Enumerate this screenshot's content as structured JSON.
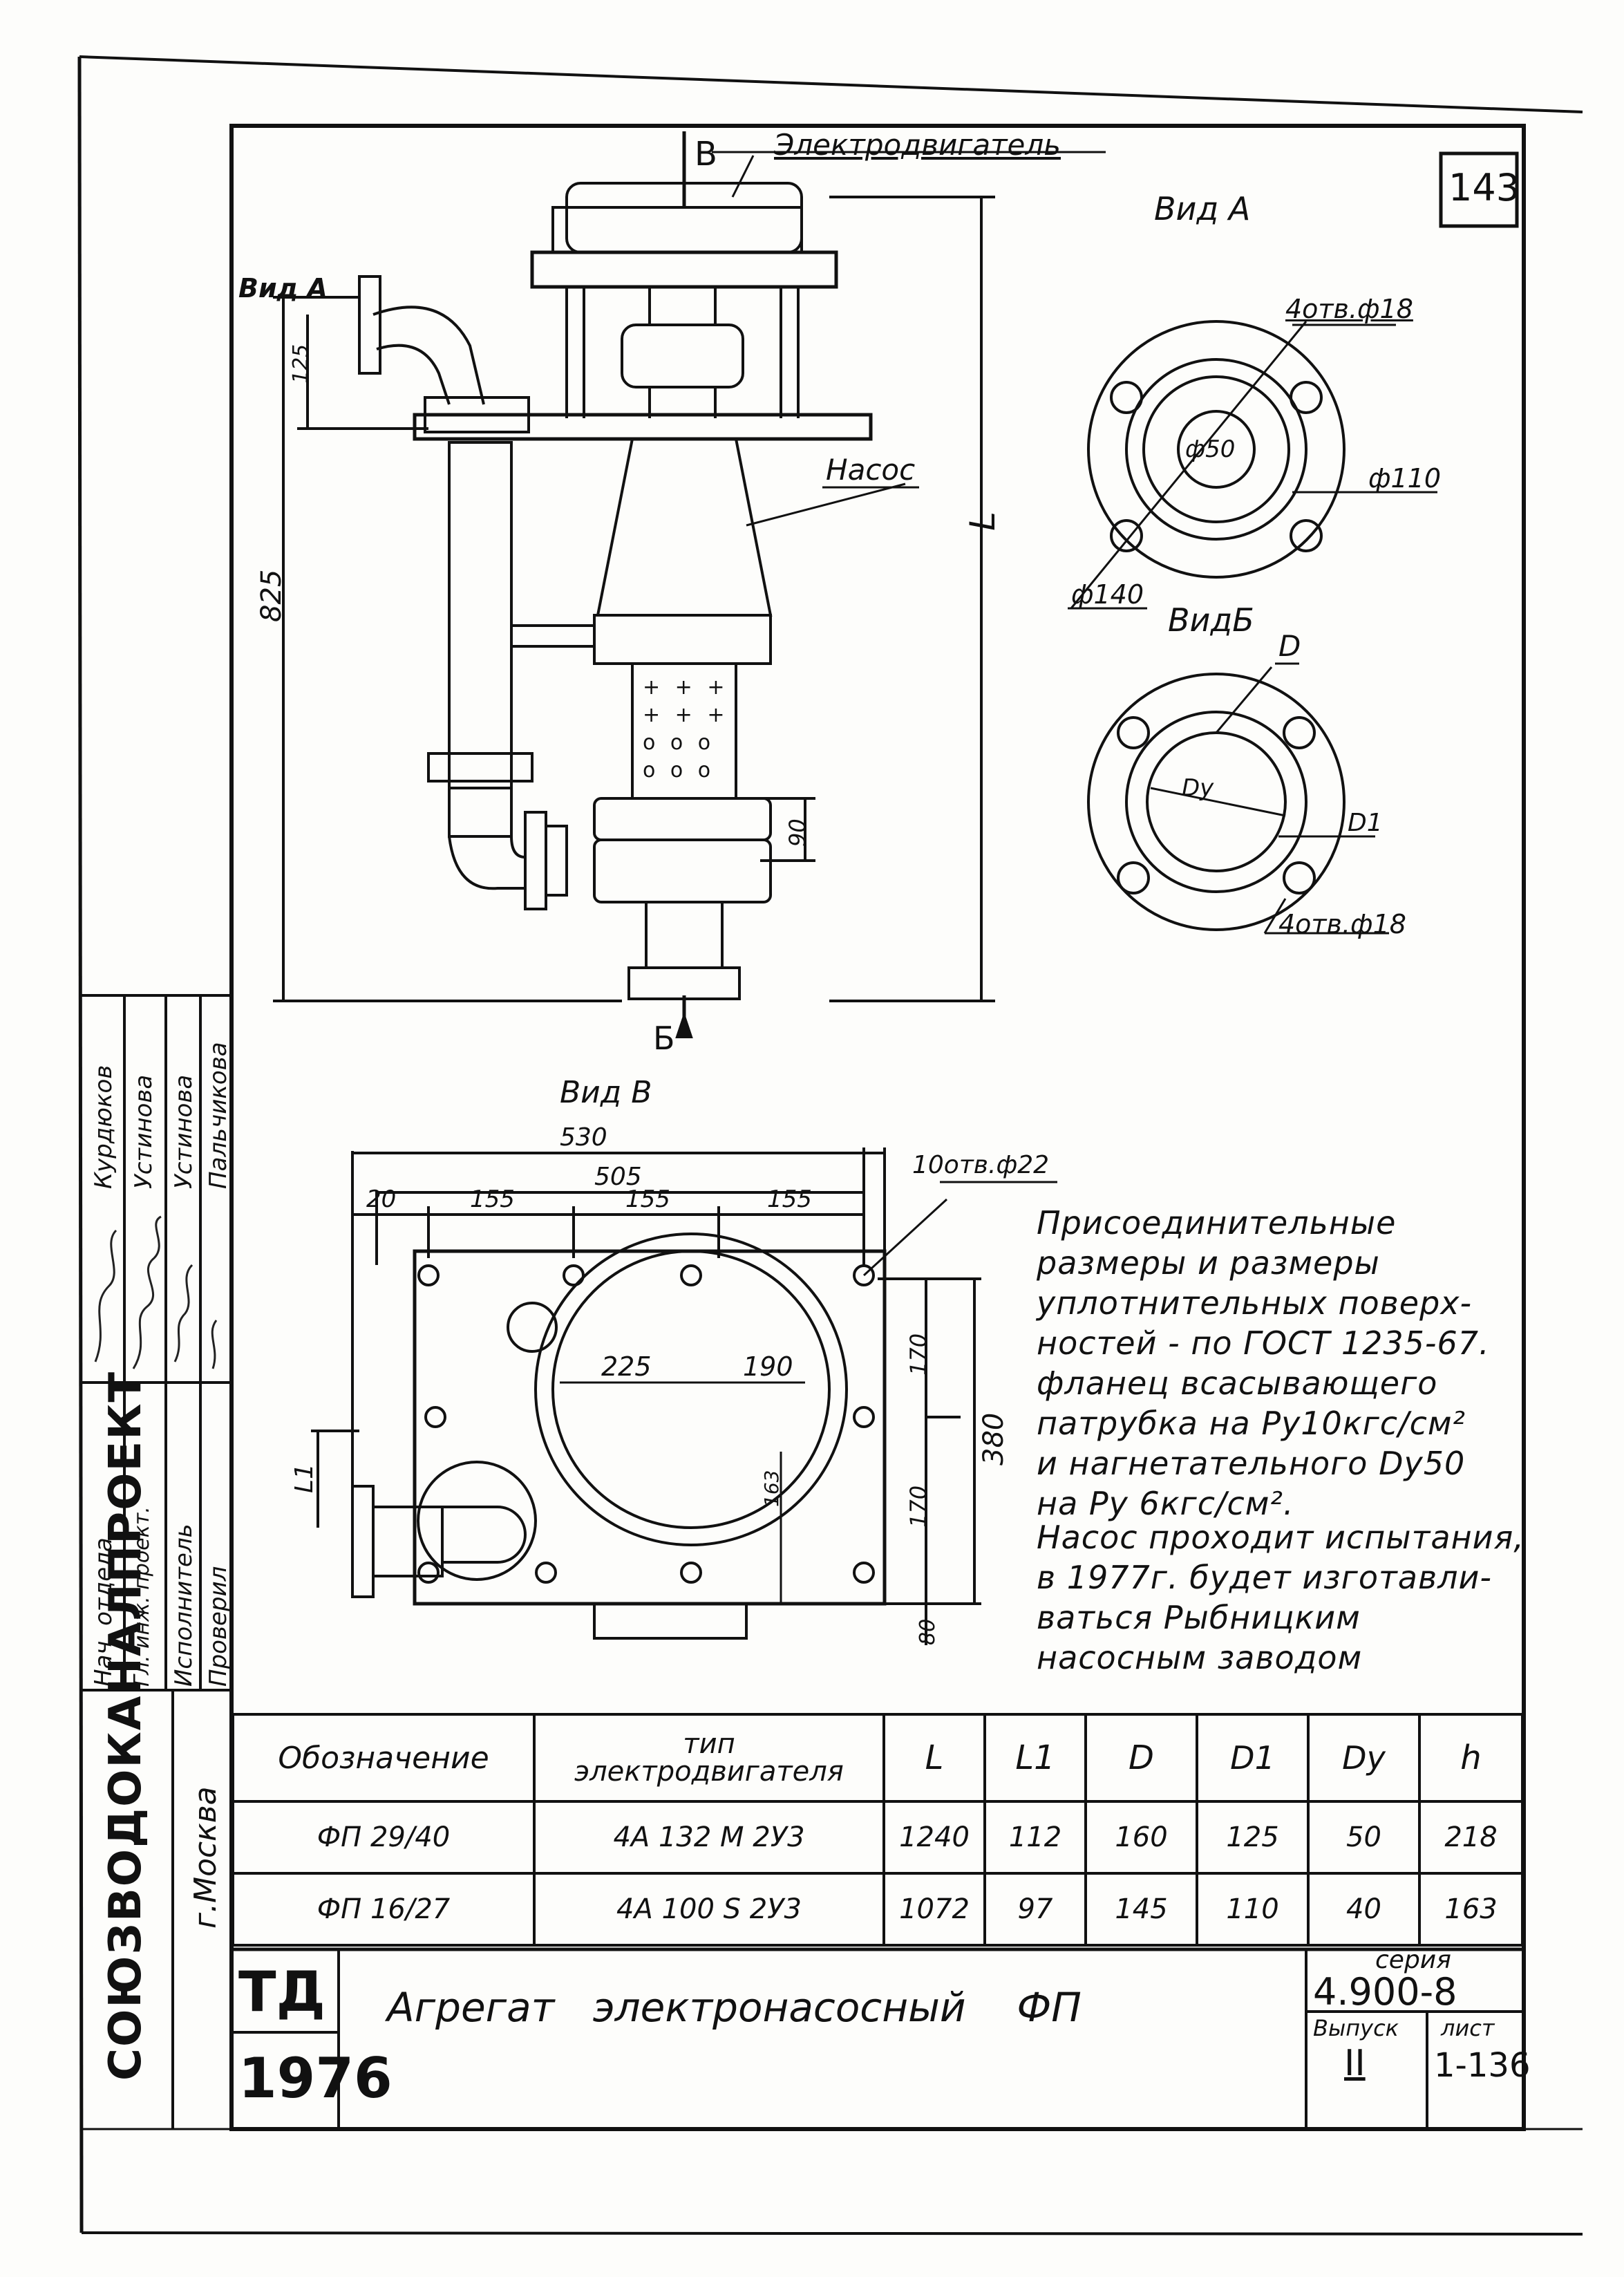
{
  "sheet_number": "143",
  "views": {
    "side": {
      "arrow_top": "В",
      "motor_label": "Электродвигатель",
      "pump_label": "Насос",
      "view_a_pointer": "Вид А",
      "arrow_bottom": "Б",
      "dim_total": "L",
      "dim_825": "825",
      "dim_125": "125",
      "dim_90": "90"
    },
    "view_a": {
      "title": "Вид А",
      "holes": "4отв.ф18",
      "d_inner": "ф50",
      "d_110": "ф110",
      "d_140": "ф140"
    },
    "view_b": {
      "title": "ВидБ",
      "d": "D",
      "dy": "Dу",
      "d1": "D1",
      "holes": "4отв.ф18"
    },
    "view_v": {
      "title": "Вид В",
      "dim_530": "530",
      "dim_505": "505",
      "dim_20": "20",
      "dim_155a": "155",
      "dim_155b": "155",
      "dim_155c": "155",
      "holes": "10отв.ф22",
      "dim_225": "225",
      "dim_190": "190",
      "dim_170a": "170",
      "dim_170b": "170",
      "dim_380": "380",
      "dim_163": "163",
      "dim_l1": "L1",
      "dim_80": "80"
    }
  },
  "notes": {
    "note1": "Присоединительные\nразмеры и размеры\nуплотнительных поверх-\nностей - по ГОСТ 1235-67.\nфланец всасывающего\nпатрубка на Ру10кгс/см²\nи нагнетательного Dу50\nна Ру 6кгс/см².",
    "note2": "Насос проходит испытания,\nв 1977г. будет изготавли-\nваться Рыбницким\nнасосным заводом"
  },
  "table": {
    "headers": [
      "Обозначение",
      "тип\nэлектродвигателя",
      "L",
      "L1",
      "D",
      "D1",
      "Dу",
      "h"
    ],
    "rows": [
      [
        "ФП 29/40",
        "4А 132 М 2У3",
        "1240",
        "112",
        "160",
        "125",
        "50",
        "218"
      ],
      [
        "ФП 16/27",
        "4А 100 S 2У3",
        "1072",
        "97",
        "145",
        "110",
        "40",
        "163"
      ]
    ]
  },
  "title_block": {
    "org": "СОЮЗВОДОКАНАЛПРОЕКТ",
    "city": "г.Москва",
    "code": "ТД",
    "year": "1976",
    "title": "Агрегат   электронасосный    ФП",
    "series_label": "серия",
    "series": "4.900-8",
    "issue_label": "Выпуск",
    "issue": "II",
    "sheet_label": "лист",
    "sheet": "1-136"
  },
  "stamp": {
    "roles": [
      "Нач. отдела",
      "Гл. инж. проект.",
      "Исполнитель",
      "Проверил"
    ],
    "names": [
      "Курдюков",
      "Устинова",
      "Устинова",
      "Пальчикова"
    ]
  }
}
